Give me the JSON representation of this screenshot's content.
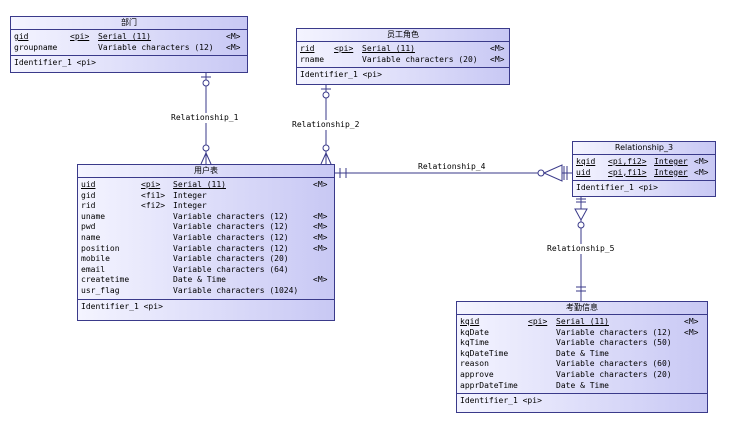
{
  "entities": {
    "dept": {
      "title": "部门",
      "attrs": [
        {
          "name": "gid",
          "key": "<pi>",
          "type": "Serial (11)",
          "m": "<M>",
          "pk": true
        },
        {
          "name": "groupname",
          "key": "",
          "type": "Variable characters (12)",
          "m": "<M>",
          "pk": false
        }
      ],
      "identifier": "Identifier_1  <pi>"
    },
    "role": {
      "title": "员工角色",
      "attrs": [
        {
          "name": "rid",
          "key": "<pi>",
          "type": "Serial (11)",
          "m": "<M>",
          "pk": true
        },
        {
          "name": "rname",
          "key": "",
          "type": "Variable characters (20)",
          "m": "<M>",
          "pk": false
        }
      ],
      "identifier": "Identifier_1  <pi>"
    },
    "user": {
      "title": "用户表",
      "attrs": [
        {
          "name": "uid",
          "key": "<pi>",
          "type": "Serial (11)",
          "m": "<M>",
          "pk": true
        },
        {
          "name": "gid",
          "key": "<fi1>",
          "type": "Integer",
          "m": "",
          "pk": false
        },
        {
          "name": "rid",
          "key": "<fi2>",
          "type": "Integer",
          "m": "",
          "pk": false
        },
        {
          "name": "uname",
          "key": "",
          "type": "Variable characters (12)",
          "m": "<M>",
          "pk": false
        },
        {
          "name": "pwd",
          "key": "",
          "type": "Variable characters (12)",
          "m": "<M>",
          "pk": false
        },
        {
          "name": "name",
          "key": "",
          "type": "Variable characters (12)",
          "m": "<M>",
          "pk": false
        },
        {
          "name": "position",
          "key": "",
          "type": "Variable characters (12)",
          "m": "<M>",
          "pk": false
        },
        {
          "name": "mobile",
          "key": "",
          "type": "Variable characters (20)",
          "m": "",
          "pk": false
        },
        {
          "name": "email",
          "key": "",
          "type": "Variable characters (64)",
          "m": "",
          "pk": false
        },
        {
          "name": "createtime",
          "key": "",
          "type": "Date & Time",
          "m": "<M>",
          "pk": false
        },
        {
          "name": "usr_flag",
          "key": "",
          "type": "Variable characters (1024)",
          "m": "",
          "pk": false
        }
      ],
      "identifier": "Identifier_1  <pi>"
    },
    "rel3": {
      "title": "Relationship_3",
      "attrs": [
        {
          "name": "kqid",
          "key": "<pi,fi2>",
          "type": "Integer",
          "m": "<M>",
          "pk": true
        },
        {
          "name": "uid",
          "key": "<pi,fi1>",
          "type": "Integer",
          "m": "<M>",
          "pk": true
        }
      ],
      "identifier": "Identifier_1  <pi>"
    },
    "attendance": {
      "title": "考勤信息",
      "attrs": [
        {
          "name": "kqid",
          "key": "<pi>",
          "type": "Serial (11)",
          "m": "<M>",
          "pk": true
        },
        {
          "name": "kqDate",
          "key": "",
          "type": "Variable characters (12)",
          "m": "<M>",
          "pk": false
        },
        {
          "name": "kqTime",
          "key": "",
          "type": "Variable characters (50)",
          "m": "",
          "pk": false
        },
        {
          "name": "kqDateTime",
          "key": "",
          "type": "Date & Time",
          "m": "",
          "pk": false
        },
        {
          "name": "reason",
          "key": "",
          "type": "Variable characters (60)",
          "m": "",
          "pk": false
        },
        {
          "name": "approve",
          "key": "",
          "type": "Variable characters (20)",
          "m": "",
          "pk": false
        },
        {
          "name": "apprDateTime",
          "key": "",
          "type": "Date & Time",
          "m": "",
          "pk": false
        }
      ],
      "identifier": "Identifier_1  <pi>"
    }
  },
  "relationships": {
    "r1": "Relationship_1",
    "r2": "Relationship_2",
    "r4": "Relationship_4",
    "r5": "Relationship_5"
  },
  "colors": {
    "line": "#3a3a8a",
    "fill_light": "#f4f4ff",
    "fill_dark": "#c8c8f4"
  }
}
